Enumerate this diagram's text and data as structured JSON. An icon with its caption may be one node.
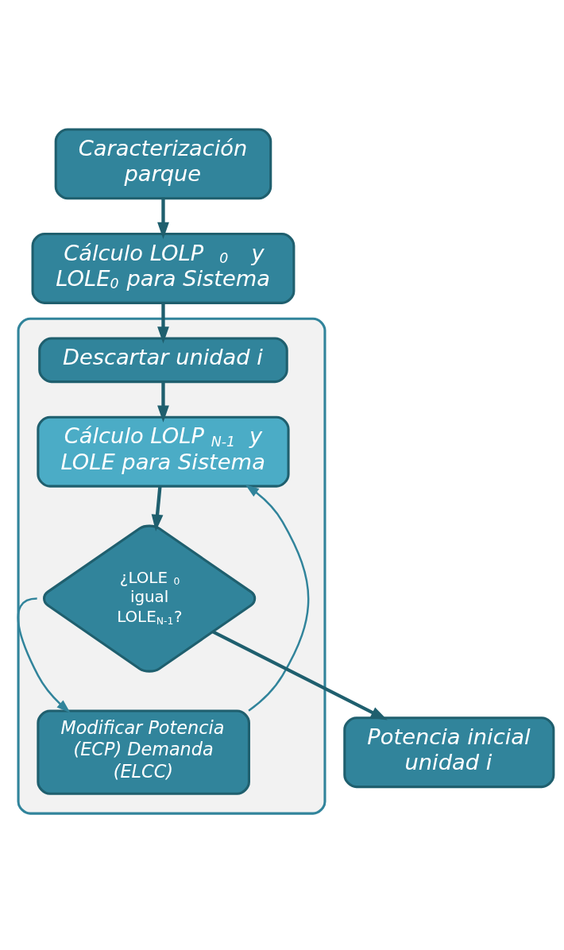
{
  "diagram": {
    "nodes": [
      {
        "text": [
          "Caracterización parque"
        ]
      },
      {
        "text": [
          "Cálculo LOLP$_{0}$ y LOLE$_{0}$ para Sistema"
        ]
      },
      {
        "text": [],
        "shape": "box"
      },
      {
        "text": [
          "Descartar unidad i"
        ],
        "in": 2
      },
      {
        "text": [
          "Cálculo LOLP$_{N-1}$ y LOLE para Sistema"
        ],
        "in": 2
      },
      {
        "text": [
          "Modificar Potencia (ECP) Demanda (ELCC)"
        ],
        "in": 2
      },
      {
        "text": [
          "¿LOLE$_{0}$ igual LOLE$_{N-1}$?"
        ],
        "in": 2
      },
      {
        "text": [
          "Potencia inicial unidad i"
        ]
      }
    ],
    "edges": [
      {
        "from": 0,
        "to": 1,
        "arrow": "to"
      },
      {
        "from": 1,
        "to": 3,
        "arrow": "to"
      },
      {
        "from": 3,
        "to": 4,
        "arrow": "to"
      },
      {
        "from": 4,
        "to": 6,
        "arrow": "to"
      },
      {
        "from": 6,
        "to": 5,
        "arrow": "to"
      },
      {
        "from": 5,
        "to": 4,
        "arrow": "to"
      },
      {
        "from": 6,
        "to": 7,
        "arrow": "to"
      }
    ]
  }
}
